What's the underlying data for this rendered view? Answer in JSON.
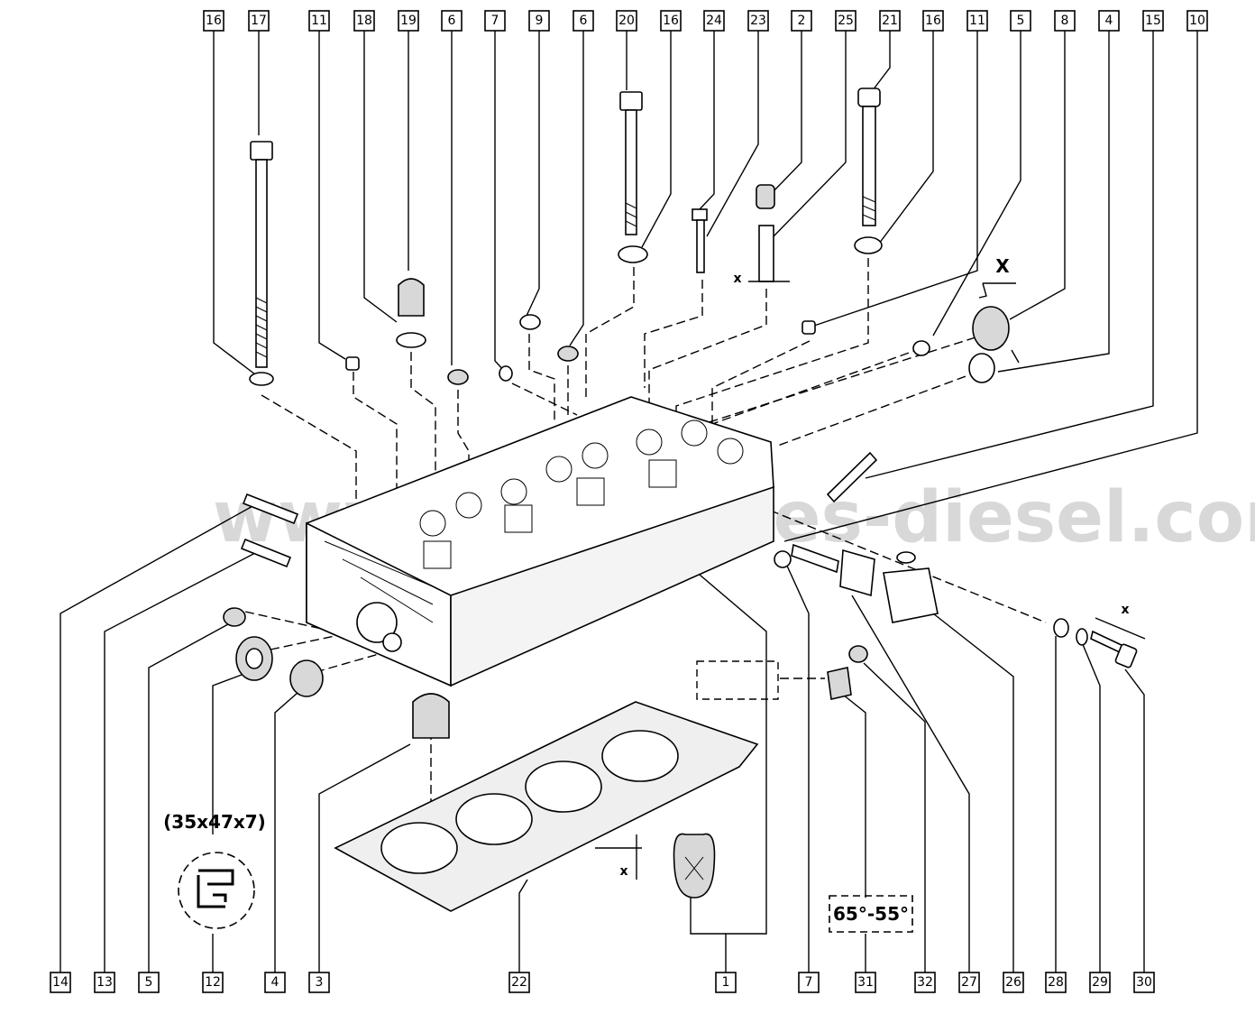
{
  "watermark": "www.autopieces-diesel.com",
  "top_callouts": [
    "16",
    "17",
    "11",
    "18",
    "19",
    "6",
    "7",
    "9",
    "6",
    "20",
    "16",
    "24",
    "23",
    "2",
    "25",
    "21",
    "16",
    "11",
    "5",
    "8",
    "4",
    "15",
    "10"
  ],
  "bottom_callouts": [
    "14",
    "13",
    "5",
    "12",
    "4",
    "3",
    "22",
    "1",
    "7",
    "31",
    "32",
    "27",
    "26",
    "28",
    "29",
    "30"
  ],
  "seal_size": "(35x47x7)",
  "angle_spec": "65°-55°",
  "x_marks": [
    "X",
    "x",
    "x",
    "x"
  ]
}
